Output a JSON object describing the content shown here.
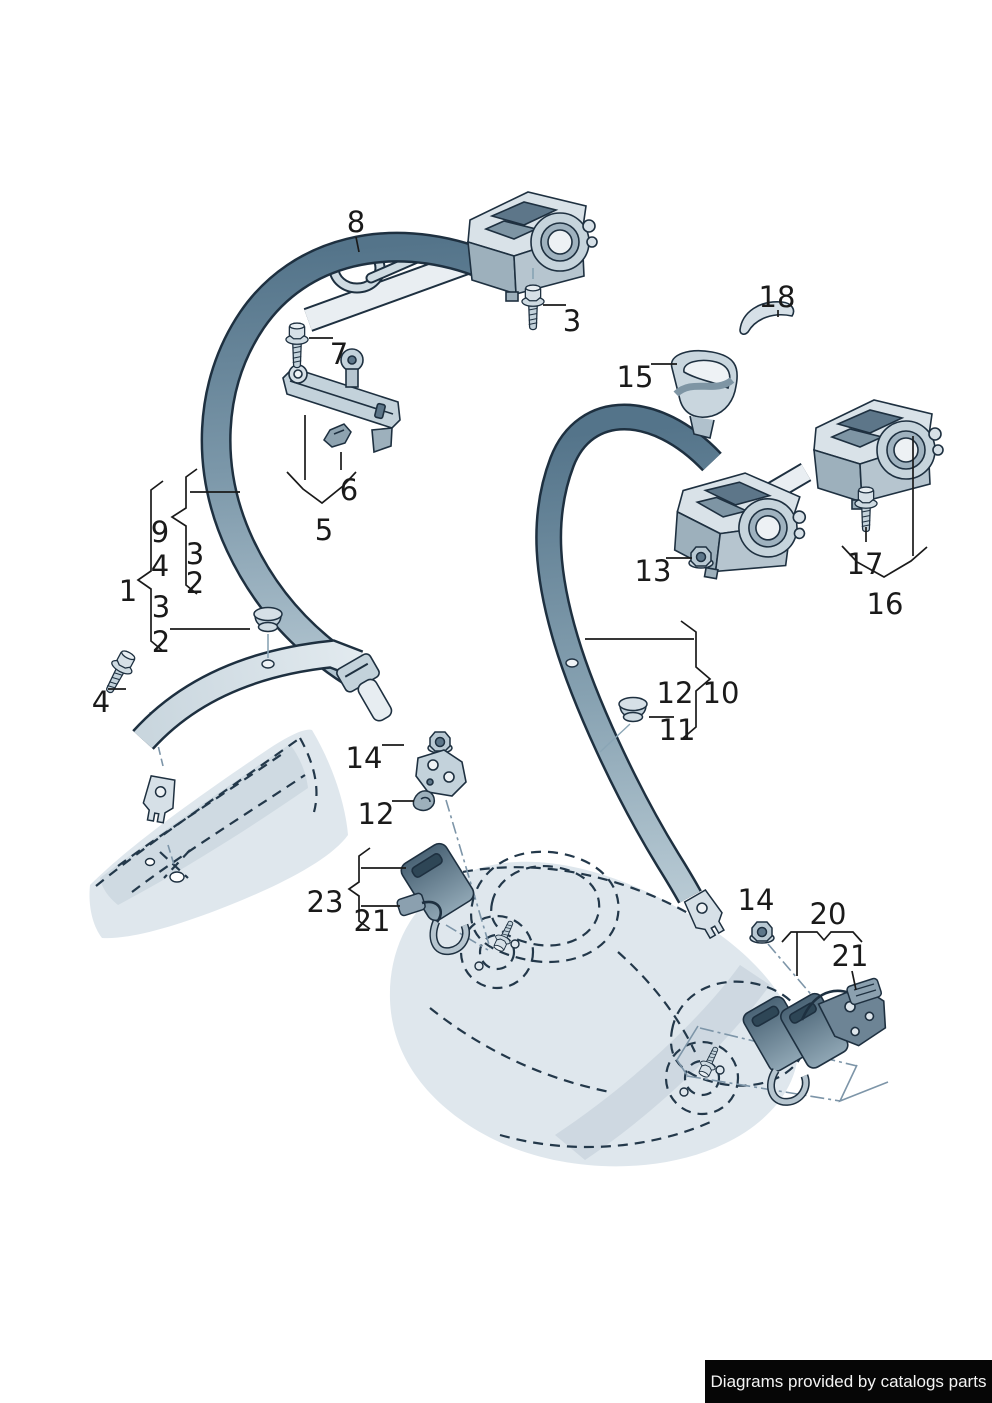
{
  "figure": {
    "kind": "exploded parts diagram",
    "subject": "rear seat belts with retractors, buckles and fasteners"
  },
  "palette": {
    "outline": "#1e3040",
    "belt_dark": "#54748a",
    "belt_light": "#b3c6d1",
    "webbing_light": "#e9eef2",
    "metal_light": "#d9e2e8",
    "metal_mid": "#b6c5cf",
    "metal_dark": "#7e95a4",
    "panel_fill": "#dfe7ed",
    "panel_band": "#c9d5dd",
    "dash_line": "#23384a",
    "leader_line": "#1a1a1a",
    "footer_bg": "#060606",
    "footer_text": "#f4f4f4"
  },
  "callouts": [
    {
      "label": "8"
    },
    {
      "label": "3"
    },
    {
      "label": "7"
    },
    {
      "label": "6"
    },
    {
      "label": "5"
    },
    {
      "label": "9"
    },
    {
      "label": "4"
    },
    {
      "label": "1"
    },
    {
      "label": "3"
    },
    {
      "label": "2"
    },
    {
      "label": "3"
    },
    {
      "label": "2"
    },
    {
      "label": "4"
    },
    {
      "label": "18"
    },
    {
      "label": "15"
    },
    {
      "label": "13"
    },
    {
      "label": "17"
    },
    {
      "label": "16"
    },
    {
      "label": "12"
    },
    {
      "label": "10"
    },
    {
      "label": "11"
    },
    {
      "label": "14"
    },
    {
      "label": "12"
    },
    {
      "label": "23"
    },
    {
      "label": "21"
    },
    {
      "label": "14"
    },
    {
      "label": "20"
    },
    {
      "label": "21"
    }
  ],
  "footer": {
    "text": "Diagrams provided by catalogs parts"
  }
}
